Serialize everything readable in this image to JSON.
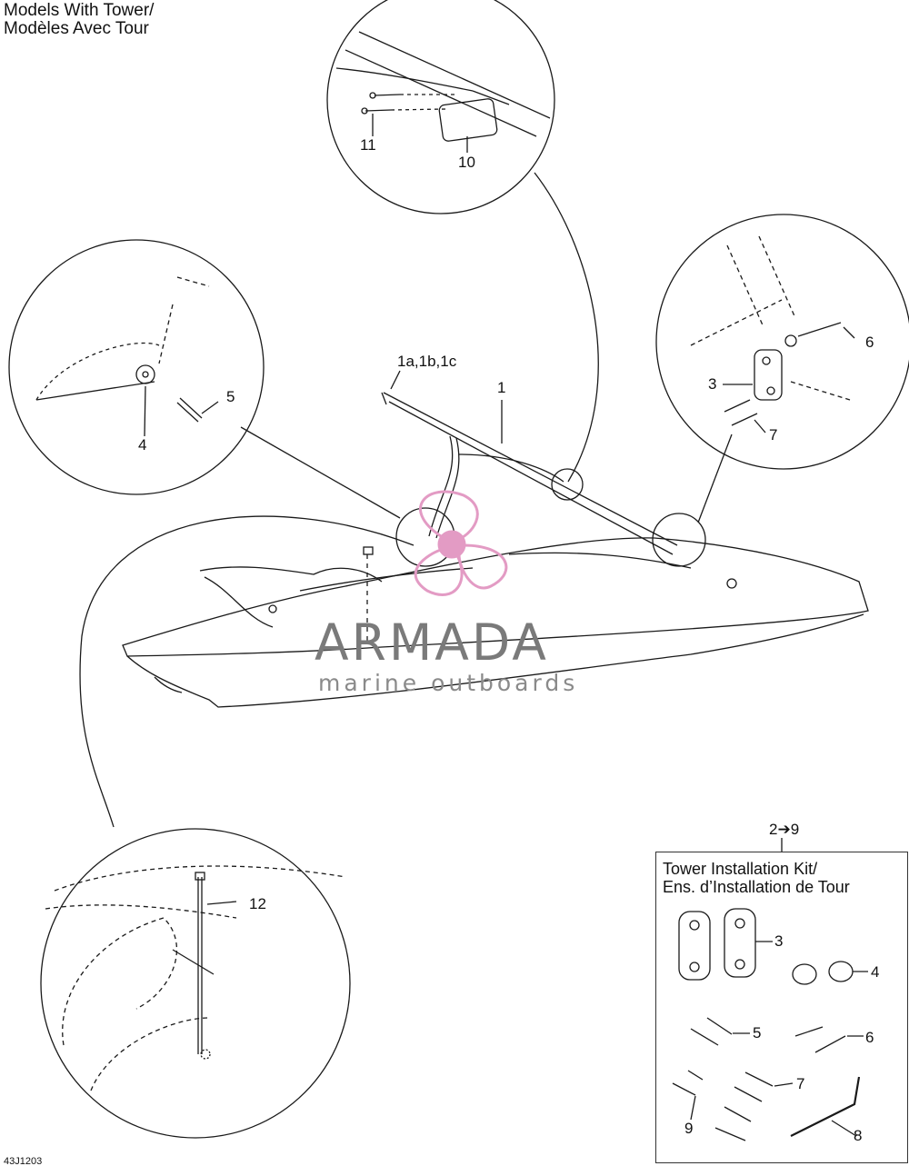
{
  "header": {
    "title_line1": "Models With Tower/",
    "title_line2": "Modèles Avec Tour"
  },
  "footer": {
    "code": "43J1203"
  },
  "kit": {
    "range_label": "2➔9",
    "title_line1": "Tower Installation Kit/",
    "title_line2": "Ens. d’Installation de Tour"
  },
  "callouts": {
    "c1": "1",
    "c1abc": "1a,1b,1c",
    "c3": "3",
    "c4": "4",
    "c5": "5",
    "c6": "6",
    "c7": "7",
    "c10": "10",
    "c11": "11",
    "c12": "12",
    "k3": "3",
    "k4": "4",
    "k5": "5",
    "k6": "6",
    "k7": "7",
    "k8": "8",
    "k9": "9"
  },
  "watermark": {
    "brand": "ARMADA",
    "tagline": "marine outboards",
    "accent_color": "#e39bc4"
  },
  "colors": {
    "line": "#1a1a1a",
    "background": "#ffffff"
  }
}
